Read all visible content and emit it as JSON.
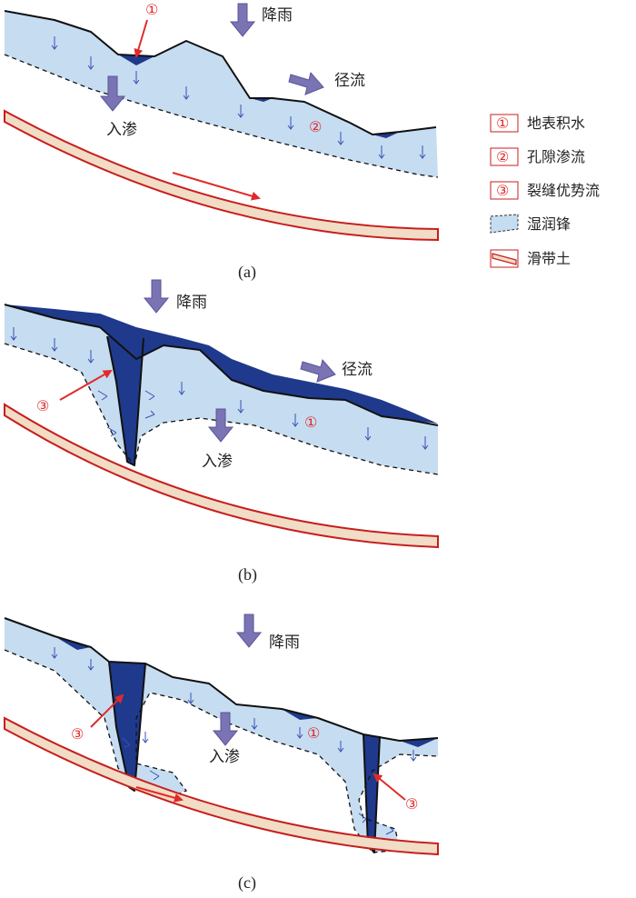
{
  "labels": {
    "rain": "降雨",
    "runoff": "径流",
    "infiltration": "入渗",
    "mark1": "①",
    "mark2": "②",
    "mark3": "③"
  },
  "captions": {
    "a": "(a)",
    "b": "(b)",
    "c": "(c)"
  },
  "legend": [
    {
      "mark": "①",
      "text": "地表积水"
    },
    {
      "mark": "②",
      "text": "孔隙渗流"
    },
    {
      "mark": "③",
      "text": "裂缝优势流"
    },
    {
      "mark": "",
      "text": "湿润锋"
    },
    {
      "mark": "",
      "text": "滑带土"
    }
  ],
  "colors": {
    "wetting_zone": "#c6dcf1",
    "ponded_water": "#1f3a8c",
    "slip_zone_fill": "#f1dcc5",
    "slip_zone_line": "#c81d1d",
    "annotation_red": "#e02a2a",
    "process_arrow": "#7a74b5"
  }
}
